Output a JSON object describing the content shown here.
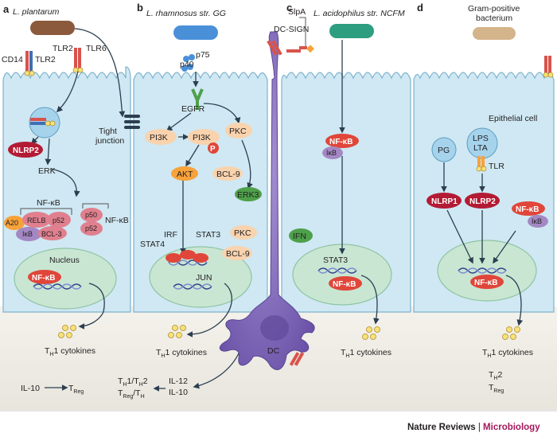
{
  "panels": {
    "a": {
      "letter": "a",
      "title": "L. plantarum"
    },
    "b": {
      "letter": "b",
      "title": "L. rhamnosus str. GG"
    },
    "c": {
      "letter": "c",
      "title": "L. acidophilus str. NCFM"
    },
    "d": {
      "letter": "d",
      "title_line1": "Gram-positive",
      "title_line2": "bacterium"
    }
  },
  "receptors": {
    "cd14": "CD14",
    "tlr2": "TLR2",
    "tlr6": "TLR6",
    "tlr2b": "TLR2",
    "tight_line1": "Tight",
    "tight_line2": "junction",
    "p75": "p75",
    "p40": "p40",
    "egfr": "EGFR",
    "slpa": "SlpA",
    "dcsign": "DC-SIGN",
    "tlr": "TLR"
  },
  "nodes": {
    "nlrp2_a": "NLRP2",
    "erk": "ERK",
    "nfkb_bracket": "NF-κB",
    "a20": "A20",
    "relb": "RELB",
    "p52a": "p52",
    "ikb_a": "IκB",
    "bcl3": "BCL-3",
    "p50": "p50",
    "p52b": "p52",
    "nfkb_right": "NF-κB",
    "nucleus": "Nucleus",
    "nfkb_nuc_a": "NF-κB",
    "pi3k1": "PI3K",
    "pi3k2": "PI3K",
    "p": "P",
    "pkc1": "PKC",
    "akt": "AKT",
    "bcl9_top": "BCL-9",
    "erk3": "ERK3",
    "irf": "IRF",
    "stat4": "STAT4",
    "stat3_b": "STAT3",
    "pkc2": "PKC",
    "bcl9_nuc": "BCL-9",
    "jun": "JUN",
    "nfkb_c": "NF-κB",
    "ikb_c": "IκB",
    "ifn": "IFN",
    "stat3_c": "STAT3",
    "nfkb_nuc_c": "NF-κB",
    "epithelial": "Epithelial cell",
    "pg": "PG",
    "lps": "LPS",
    "lta": "LTA",
    "nlrp1": "NLRP1",
    "nlrp2_d": "NLRP2",
    "nfkb_d": "NF-κB",
    "ikb_d": "IκB",
    "nfkb_nuc_d": "NF-κB",
    "dc": "DC"
  },
  "outputs": {
    "th1": "T",
    "th1_sub": "H",
    "th1_tail": "1 cytokines",
    "il10_a": "IL-10",
    "treg_a": "T",
    "treg_a_sub": "Reg",
    "il12": "IL-12",
    "il10_b": "IL-10",
    "t_h1": "T",
    "t_h1_sub": "H",
    "t_h1_tail": "1/T",
    "t_h1_sub2": "H",
    "t_h1_tail2": "2",
    "treg_b": "T",
    "treg_b_sub": "Reg",
    "treg_b_slash": "/T",
    "treg_b_sub2": "H",
    "d_th2": "T",
    "d_th2_sub": "H",
    "d_th2_tail": "2",
    "d_treg": "T",
    "d_treg_sub": "Reg"
  },
  "credit": {
    "journal": "Nature Reviews",
    "sep": " | ",
    "section": "Microbiology"
  },
  "colors": {
    "cell": "#cfe8f3",
    "cell_stroke": "#7fb3cc",
    "nucleus": "#c9e6d3",
    "nfkb_red": "#e0463a",
    "nlrp_red": "#b31b34",
    "ikb_purple": "#a488c4",
    "orange": "#f7a23a",
    "peach": "#f9d3ae",
    "green": "#4ea04a",
    "dc_purple": "#7b62b7",
    "credit_magenta": "#a3195b"
  }
}
